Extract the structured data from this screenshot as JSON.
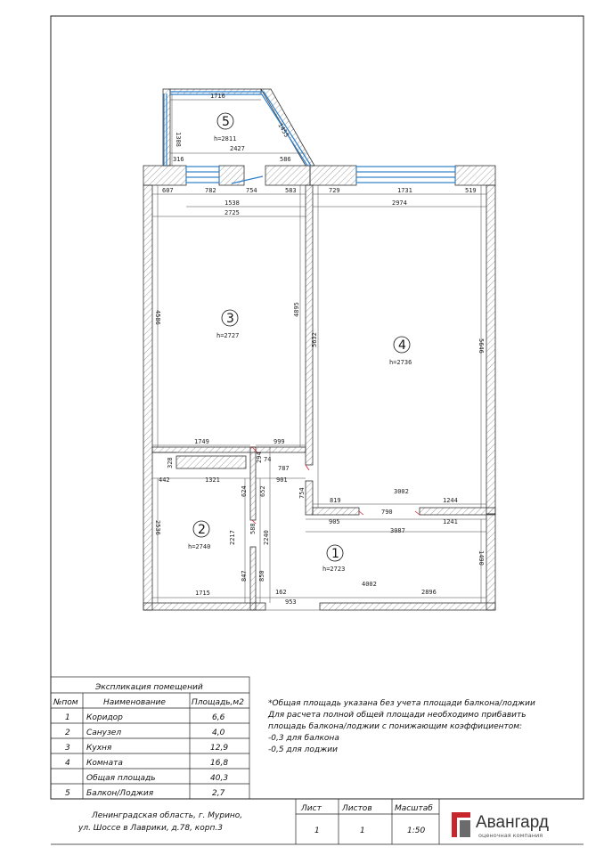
{
  "rooms": [
    {
      "num": "1",
      "h": "h=2723"
    },
    {
      "num": "2",
      "h": "h=2740"
    },
    {
      "num": "3",
      "h": "h=2727"
    },
    {
      "num": "4",
      "h": "h=2736"
    },
    {
      "num": "5",
      "h": "h=2811"
    }
  ],
  "dims": {
    "balcony": [
      "1716",
      "1308",
      "1455",
      "2427",
      "316",
      "586"
    ],
    "top_left": [
      "607",
      "782",
      "754",
      "583",
      "1538",
      "2725"
    ],
    "top_right": [
      "729",
      "1731",
      "519",
      "2974"
    ],
    "verticals": [
      "4586",
      "4895",
      "5632",
      "5646",
      "2536",
      "2217",
      "2240",
      "588",
      "624",
      "652",
      "847",
      "850",
      "754",
      "1490",
      "294",
      "74",
      "328"
    ],
    "middle": [
      "1749",
      "999",
      "787",
      "442",
      "1321",
      "901",
      "819",
      "3002",
      "1244",
      "905",
      "790",
      "3087",
      "1241"
    ],
    "bottom": [
      "1715",
      "162",
      "953",
      "4002",
      "2896"
    ]
  },
  "explication": {
    "caption": "Экспликация помещений",
    "headers": [
      "№пом",
      "Наименование",
      "Площадь,м2"
    ],
    "rows": [
      {
        "n": "1",
        "name": "Коридор",
        "area": "6,6"
      },
      {
        "n": "2",
        "name": "Санузел",
        "area": "4,0"
      },
      {
        "n": "3",
        "name": "Кухня",
        "area": "12,9"
      },
      {
        "n": "4",
        "name": "Комната",
        "area": "16,8"
      },
      {
        "n": "",
        "name": "Общая площадь",
        "area": "40,3"
      },
      {
        "n": "5",
        "name": "Балкон/Лоджия",
        "area": "2,7"
      }
    ]
  },
  "note": {
    "lines": [
      "*Общая площадь указана без учета площади балкона/лоджии",
      "Для расчета полной общей площади необходимо прибавить",
      "площадь балкона/лоджии с понижающим коэффициентом:",
      "-0,3 для балкона",
      "-0,5 для лоджии"
    ]
  },
  "stamp": {
    "address_line1": "Ленинградская область, г. Мурино,",
    "address_line2": "ул. Шоссе в Лаврики, д.78, корп.3",
    "sheet_label": "Лист",
    "sheets_label": "Листов",
    "scale_label": "Масштаб",
    "sheet_value": "1",
    "sheets_value": "1",
    "scale_value": "1:50",
    "company": "Авангард",
    "company_sub": "оценочная компания"
  },
  "colors": {
    "window": "#2f7fc9",
    "wall": "#555555",
    "logo_red": "#c8262c",
    "logo_grey": "#6b6b6b"
  }
}
